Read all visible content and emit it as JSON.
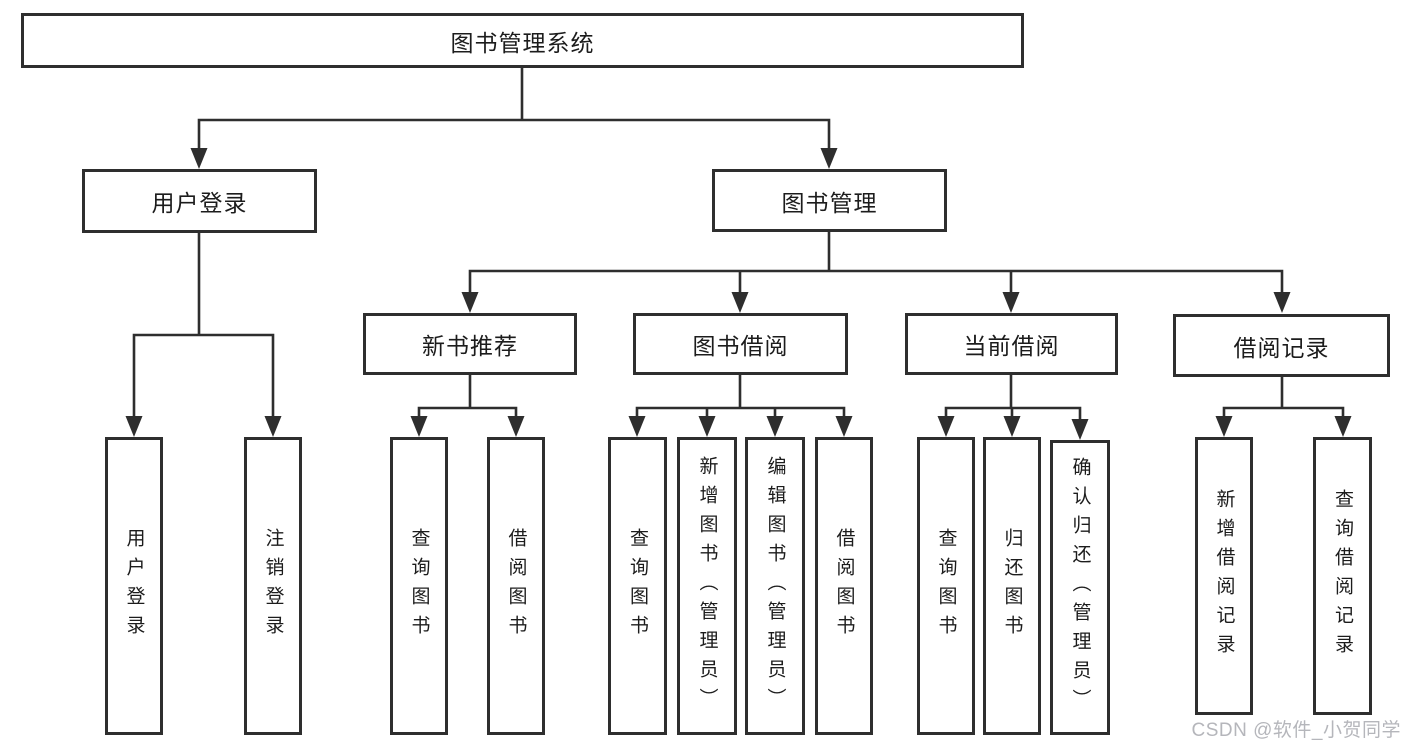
{
  "diagram": {
    "root": {
      "label": "图书管理系统"
    },
    "branches": [
      {
        "label": "用户登录",
        "leaves": [
          {
            "label": "用户登录"
          },
          {
            "label": "注销登录"
          }
        ]
      },
      {
        "label": "图书管理",
        "groups": [
          {
            "label": "新书推荐",
            "leaves": [
              {
                "label": "查询图书"
              },
              {
                "label": "借阅图书"
              }
            ]
          },
          {
            "label": "图书借阅",
            "leaves": [
              {
                "label": "查询图书"
              },
              {
                "label": "新增图书（管理员）"
              },
              {
                "label": "编辑图书（管理员）"
              },
              {
                "label": "借阅图书"
              }
            ]
          },
          {
            "label": "当前借阅",
            "leaves": [
              {
                "label": "查询图书"
              },
              {
                "label": "归还图书"
              },
              {
                "label": "确认归还（管理员）"
              }
            ]
          },
          {
            "label": "借阅记录",
            "leaves": [
              {
                "label": "新增借阅记录"
              },
              {
                "label": "查询借阅记录"
              }
            ]
          }
        ]
      }
    ]
  },
  "watermark": {
    "text": "CSDN @软件_小贺同学"
  },
  "colors": {
    "line": "#2e2e2e",
    "text": "#1c1c1c",
    "background": "#ffffff",
    "watermark": "#b5b6bb"
  }
}
